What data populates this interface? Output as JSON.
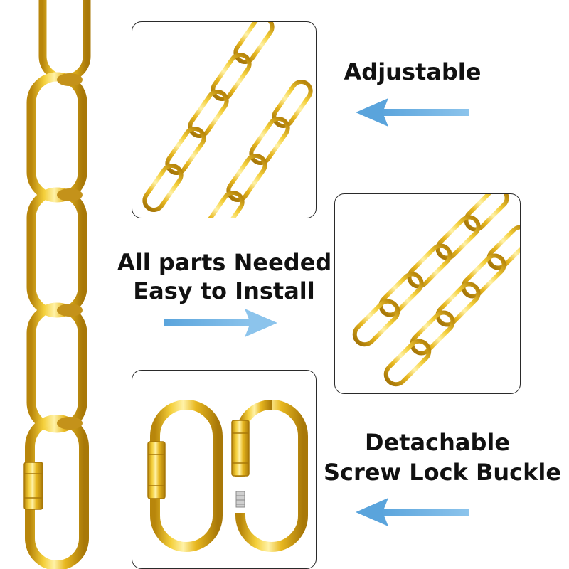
{
  "captions": {
    "adjustable": "Adjustable",
    "install_line1": "All parts Needed",
    "install_line2": "Easy to Install",
    "detach_line1": "Detachable",
    "detach_line2": "Screw Lock Buckle"
  },
  "colors": {
    "gold": "#e8b820",
    "gold_dark": "#b8860b",
    "gold_light": "#fff2a8",
    "arrow": "#6aaee0",
    "panel_border": "#2a2a2a"
  },
  "icons": {
    "chain": "gold-chain-link-icon",
    "carabiner": "screw-lock-carabiner-icon",
    "arrow_left": "arrow-left-icon",
    "arrow_right": "arrow-right-icon"
  }
}
